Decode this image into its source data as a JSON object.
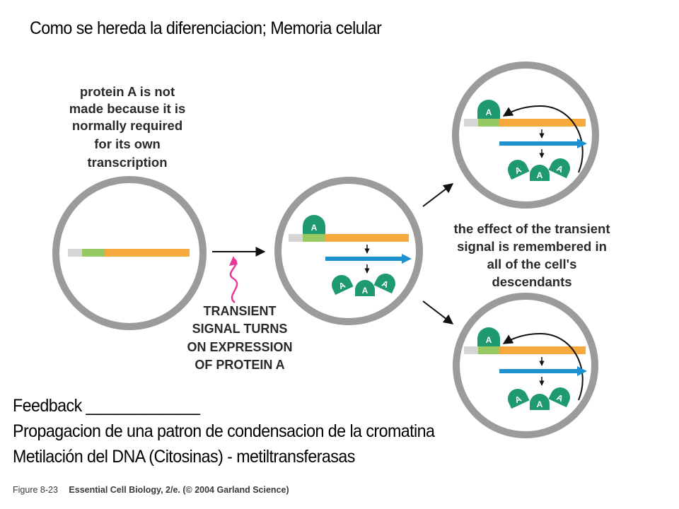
{
  "title": "Como se hereda la diferenciacion; Memoria celular",
  "diagram": {
    "note_left": [
      "protein A is not",
      "made because it is",
      "normally required",
      "for its own",
      "transcription"
    ],
    "note_signal": [
      "TRANSIENT",
      "SIGNAL TURNS",
      "ON EXPRESSION",
      "OF PROTEIN A"
    ],
    "note_right": [
      "the effect of the transient",
      "signal is remembered in",
      "all of the cell's",
      "descendants"
    ],
    "protein_label": "A",
    "colors": {
      "cell_ring": "#9b9b9b",
      "gene_body": "#f5a93c",
      "promoter": "#96c864",
      "protein": "#1e9a6e",
      "mrna_arrow": "#1e90d0",
      "signal": "#e8389a"
    }
  },
  "bullets": [
    "Feedback _____________",
    "Propagacion de una patron de condensacion de la cromatina",
    "Metilación del DNA (Citosinas) - metiltransferasas"
  ],
  "caption": {
    "figure": "Figure 8-23",
    "source": "Essential Cell Biology, 2/e. (© 2004 Garland Science)"
  }
}
